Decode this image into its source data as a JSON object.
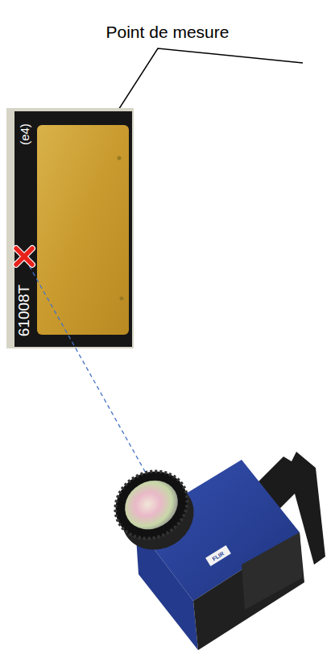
{
  "diagram": {
    "labels": [
      "Point de mesure",
      "(e4)",
      "61008T",
      "FLIR"
    ]
  }
}
